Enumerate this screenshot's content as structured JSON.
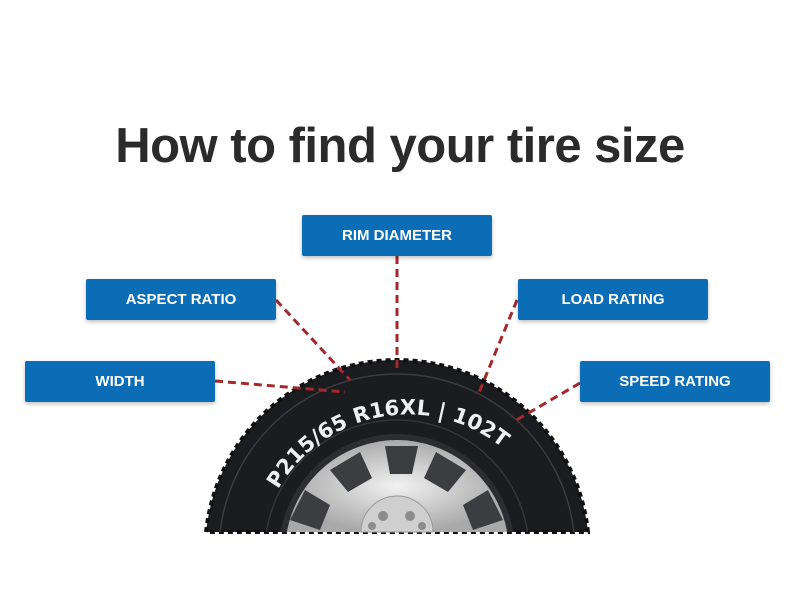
{
  "title": "How to find your tire size",
  "labels": {
    "rim_diameter": "RIM DIAMETER",
    "aspect_ratio": "ASPECT RATIO",
    "load_rating": "LOAD RATING",
    "width": "WIDTH",
    "speed_rating": "SPEED RATING"
  },
  "tire_code": "P215/65 R16XL | 102T",
  "colors": {
    "box": "#0b6db6",
    "leader": "#a3282c",
    "title": "#2b2b2b"
  }
}
